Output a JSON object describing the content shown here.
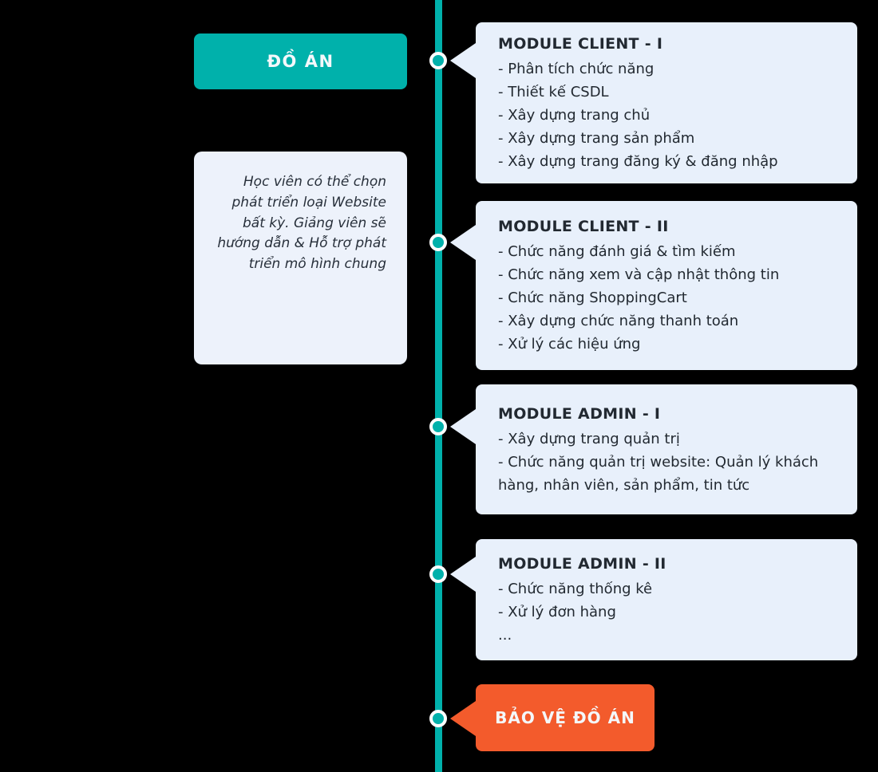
{
  "colors": {
    "background": "#000000",
    "teal": "#00b1ab",
    "orange": "#f35b2c",
    "card_bg": "#e8f0fb",
    "note_bg": "#edf2fb",
    "text_dark": "#222931",
    "text_light": "#f4f8fb"
  },
  "timeline": {
    "node_count": 5
  },
  "left": {
    "project_label": "ĐỒ ÁN",
    "note": "Học viên có thể chọn phát triển loại Website bất kỳ. Giảng viên sẽ hướng dẫn & Hỗ trợ phát triển mô hình chung"
  },
  "modules": [
    {
      "title": "MODULE CLIENT - I",
      "items": [
        "- Phân tích chức năng",
        "- Thiết kế CSDL",
        "- Xây dựng trang chủ",
        "- Xây dựng trang sản phẩm",
        "- Xây dựng trang đăng ký & đăng nhập"
      ]
    },
    {
      "title": "MODULE CLIENT - II",
      "items": [
        "- Chức năng đánh giá & tìm kiếm",
        "- Chức năng xem và cập nhật thông tin",
        "- Chức năng ShoppingCart",
        "- Xây dựng chức năng thanh toán",
        "- Xử lý các hiệu ứng"
      ]
    },
    {
      "title": "MODULE ADMIN - I",
      "items": [
        "- Xây dựng trang quản trị",
        "- Chức năng quản trị website: Quản lý khách hàng, nhân viên, sản phẩm, tin tức"
      ]
    },
    {
      "title": "MODULE ADMIN - II",
      "items": [
        "- Chức năng thống kê",
        "- Xử lý đơn hàng",
        "..."
      ]
    }
  ],
  "footer": {
    "defense_label": "BẢO VỆ ĐỒ ÁN"
  }
}
